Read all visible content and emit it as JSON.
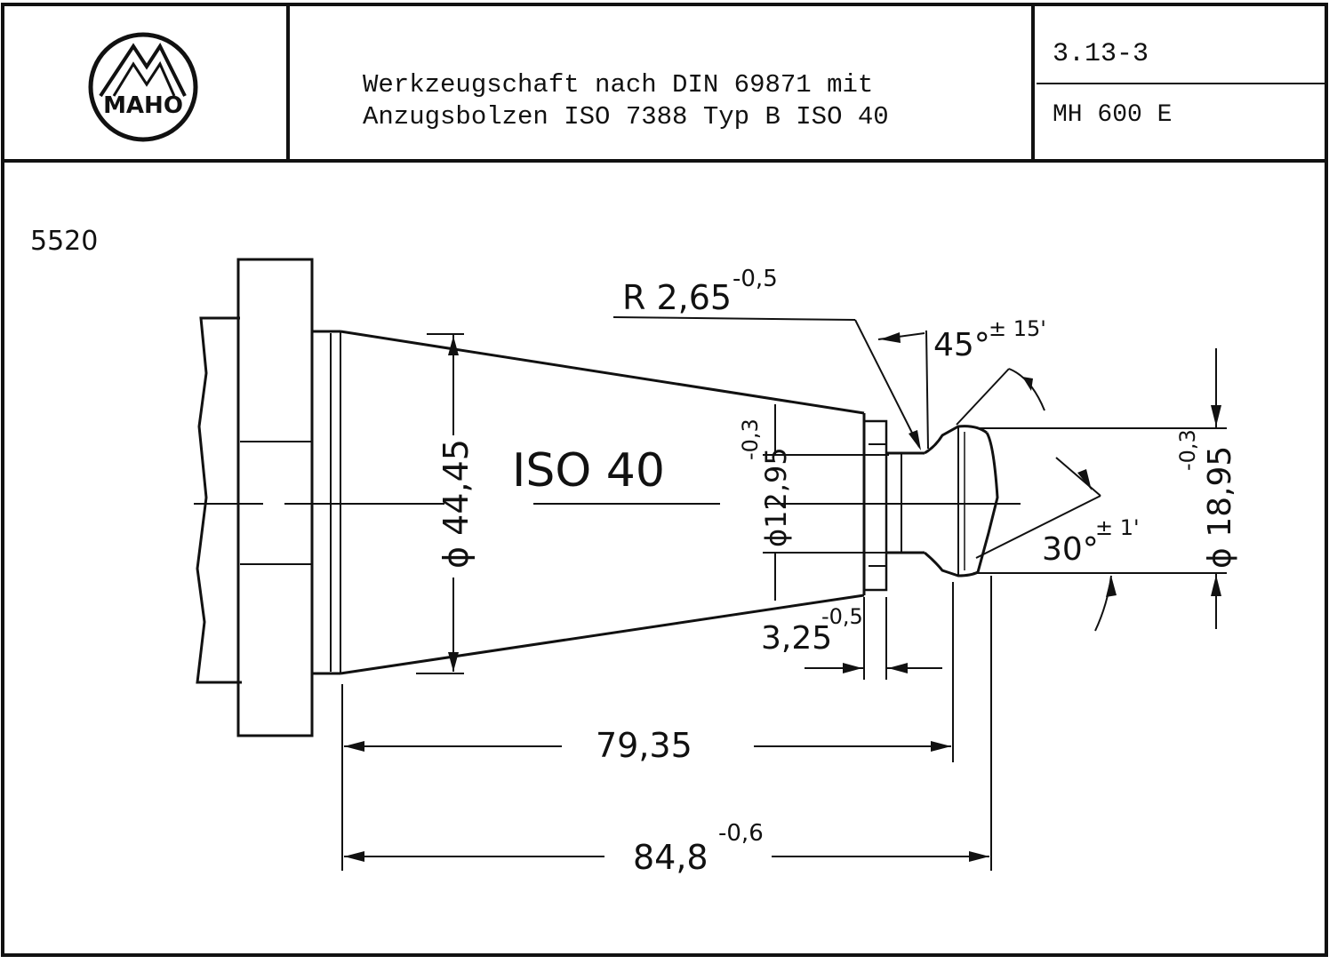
{
  "header": {
    "logo_text": "MAHO",
    "title_line1": "Werkzeugschaft nach DIN 69871 mit",
    "title_line2": "Anzugsbolzen ISO 7388 Typ B ISO 40",
    "doc_code": "3.13-3",
    "model": "MH 600 E"
  },
  "sheet_number": "5520",
  "drawing": {
    "main_label": "ISO 40",
    "radius": {
      "value": "R 2,65",
      "tol": "-0,5"
    },
    "angle_top": {
      "value": "45°",
      "tol": "± 15'"
    },
    "angle_bottom": {
      "value": "30°",
      "tol": "± 1'"
    },
    "dia_large": {
      "value": "ϕ 44,45"
    },
    "dia_neck": {
      "value": "ϕ12,95",
      "tol": "-0,3"
    },
    "dia_head": {
      "value": "ϕ 18,95",
      "tol": "-0,3"
    },
    "width_neck": {
      "value": "3,25",
      "tol": "-0,5"
    },
    "length_a": {
      "value": "79,35"
    },
    "length_b": {
      "value": "84,8",
      "tol": "-0,6"
    }
  }
}
